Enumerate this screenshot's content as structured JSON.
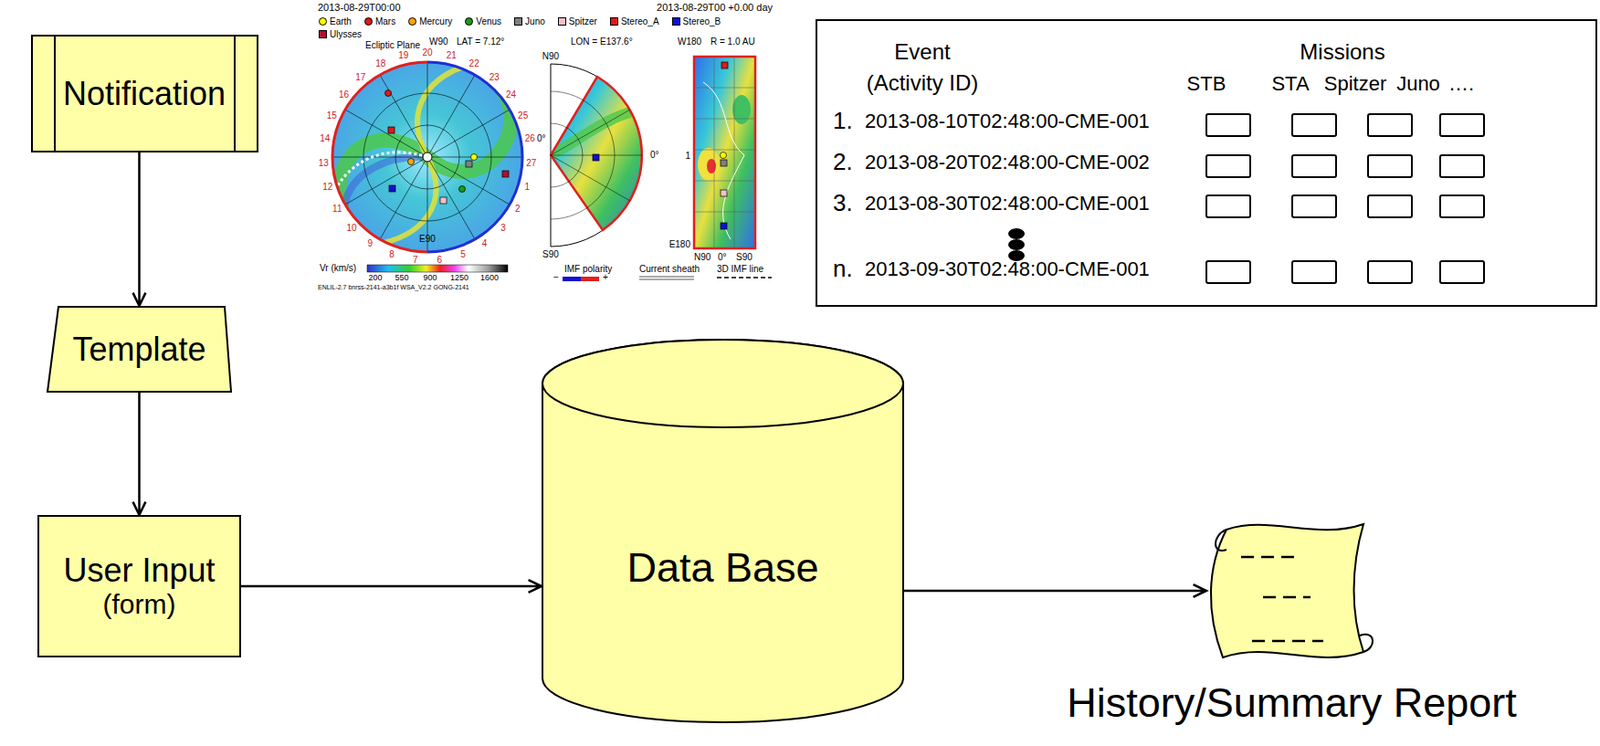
{
  "diagram": {
    "nodes": [
      {
        "text": [
          "Notification"
        ]
      },
      {
        "text": [
          "Template"
        ]
      },
      {
        "text": [
          "User Input",
          "(form)"
        ]
      },
      {
        "text": [
          "Data Base"
        ]
      },
      {
        "text": [
          "History/Summary Report"
        ]
      }
    ],
    "edges": [
      {
        "from": 0,
        "to": 1,
        "arrow": "to"
      },
      {
        "from": 1,
        "to": 2,
        "arrow": "to"
      },
      {
        "from": 2,
        "to": 3,
        "arrow": "to"
      },
      {
        "from": 3,
        "to": 4,
        "arrow": "to"
      }
    ],
    "labels": [
      "Event",
      "(Activity ID)",
      "Missions",
      "STB",
      "STA",
      "Spitzer",
      "Juno",
      "….",
      "1.",
      "2013-08-10T02:48:00-CME-001",
      "2.",
      "2013-08-20T02:48:00-CME-002",
      "3.",
      "2013-08-30T02:48:00-CME-001",
      "n.",
      "2013-09-30T02:48:00-CME-001",
      "2013-08-29T00:00",
      "2013-08-29T00 +0.00 day",
      "Ecliptic Plane",
      "W90",
      "LAT = 7.12°",
      "0°",
      "E90",
      "N90",
      "LON = E137.6°",
      "0°",
      "S90",
      "W180",
      "R = 1.0 AU",
      "1",
      "E180",
      "N90",
      "0°",
      "S90",
      "Vr (km/s)",
      "200",
      "550",
      "900",
      "1250",
      "1600",
      "IMF polarity",
      "−",
      "+",
      "Current sheath",
      "3D IMF line",
      "ENLIL-2.7 bnrss-2141-a3b1f WSA_V2.2 GONG-2141",
      "1",
      "2",
      "3",
      "4",
      "5",
      "6",
      "7",
      "8",
      "9",
      "10",
      "11",
      "12",
      "13",
      "14",
      "15",
      "16",
      "17",
      "18",
      "19",
      "20",
      "21",
      "22",
      "23",
      "24",
      "25",
      "26",
      "27"
    ],
    "legend": [
      {
        "text": "Earth",
        "color": "#ffff00"
      },
      {
        "text": "Mars",
        "color": "#e01818"
      },
      {
        "text": "Mercury",
        "color": "#ffa500"
      },
      {
        "text": "Venus",
        "color": "#1a9a1a"
      },
      {
        "text": "Juno",
        "color": "#808080"
      },
      {
        "text": "Spitzer",
        "color": "#f4c0c8"
      },
      {
        "text": "Stereo_A",
        "color": "#e01818"
      },
      {
        "text": "Stereo_B",
        "color": "#1010d0"
      },
      {
        "text": "Ulysses",
        "color": "#b01030"
      }
    ]
  }
}
